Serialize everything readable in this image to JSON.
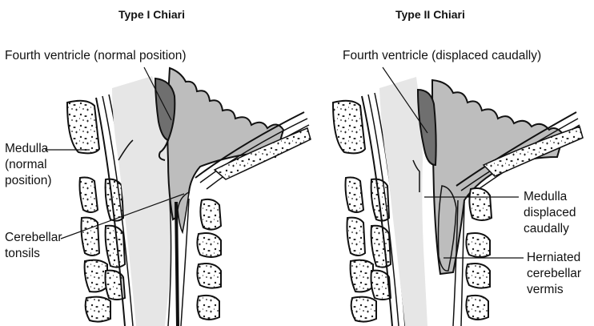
{
  "left_panel": {
    "title": "Type I Chiari",
    "labels": {
      "fourth_ventricle": "Fourth ventricle (normal position)",
      "medulla_line1": "Medulla",
      "medulla_line2": "(normal",
      "medulla_line3": "position)",
      "tonsils_line1": "Cerebellar",
      "tonsils_line2": "tonsils"
    }
  },
  "right_panel": {
    "title": "Type II Chiari",
    "labels": {
      "fourth_ventricle": "Fourth ventricle (displaced caudally)",
      "medulla_line1": "Medulla",
      "medulla_line2": "displaced",
      "medulla_line3": "caudally",
      "vermis_line1": "Herniated",
      "vermis_line2": "cerebellar",
      "vermis_line3": "vermis"
    }
  },
  "colors": {
    "outline": "#111111",
    "light_gray": "#e6e6e6",
    "mid_gray": "#bdbdbd",
    "dark_gray": "#6f6f6f",
    "background": "#ffffff"
  }
}
